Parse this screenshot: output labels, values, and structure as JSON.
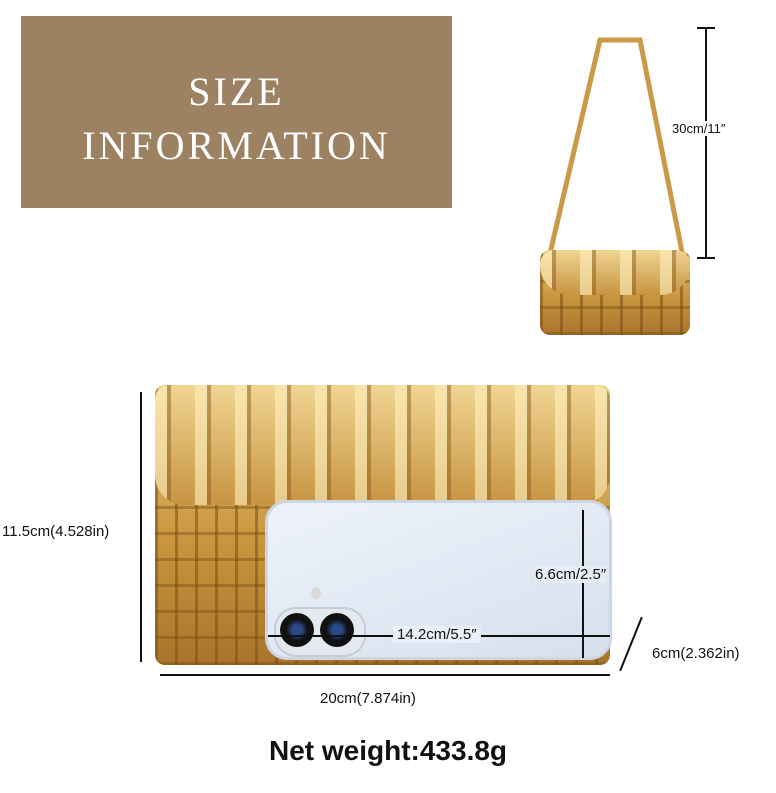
{
  "banner": {
    "line1": "SIZE",
    "line2": "INFORMATION"
  },
  "small_bag": {
    "strap_height": "30cm/11″"
  },
  "big_bag": {
    "height": "11.5cm(4.528in)",
    "width": "20cm(7.874in)",
    "depth": "6cm(2.362in)"
  },
  "phone": {
    "height": "6.6cm/2.5″",
    "width": "14.2cm/5.5″"
  },
  "weight": "Net weight:433.8g",
  "colors": {
    "banner": "#9c8263",
    "gold": "#c9963f"
  }
}
